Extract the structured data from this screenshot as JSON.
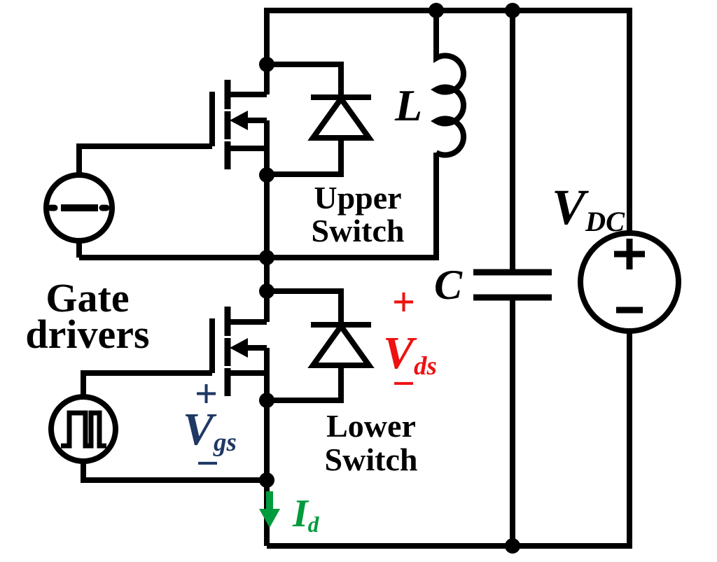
{
  "labels": {
    "gate_drivers": "Gate drivers",
    "upper_switch": "Upper Switch",
    "lower_switch": "Lower Switch",
    "inductor": "L",
    "capacitor": "C",
    "vdc": {
      "base": "V",
      "sub": "DC"
    },
    "vds": {
      "base": "V",
      "sub": "ds",
      "plus": "+",
      "minus": "−"
    },
    "vgs": {
      "base": "V",
      "sub": "gs",
      "plus": "+",
      "minus": "−"
    },
    "drain_current": {
      "base": "I",
      "sub": "d"
    }
  },
  "colors": {
    "wire": "#000000",
    "navy": "#1f3864",
    "red": "#ee1111",
    "green": "#009b3c"
  },
  "icons": {
    "upper_gate_driver": "dc-source-icon",
    "lower_gate_driver": "pulse-source-icon",
    "vdc_source": "dc-voltage-source-icon",
    "drain_current_arrow": "down-arrow-icon"
  }
}
